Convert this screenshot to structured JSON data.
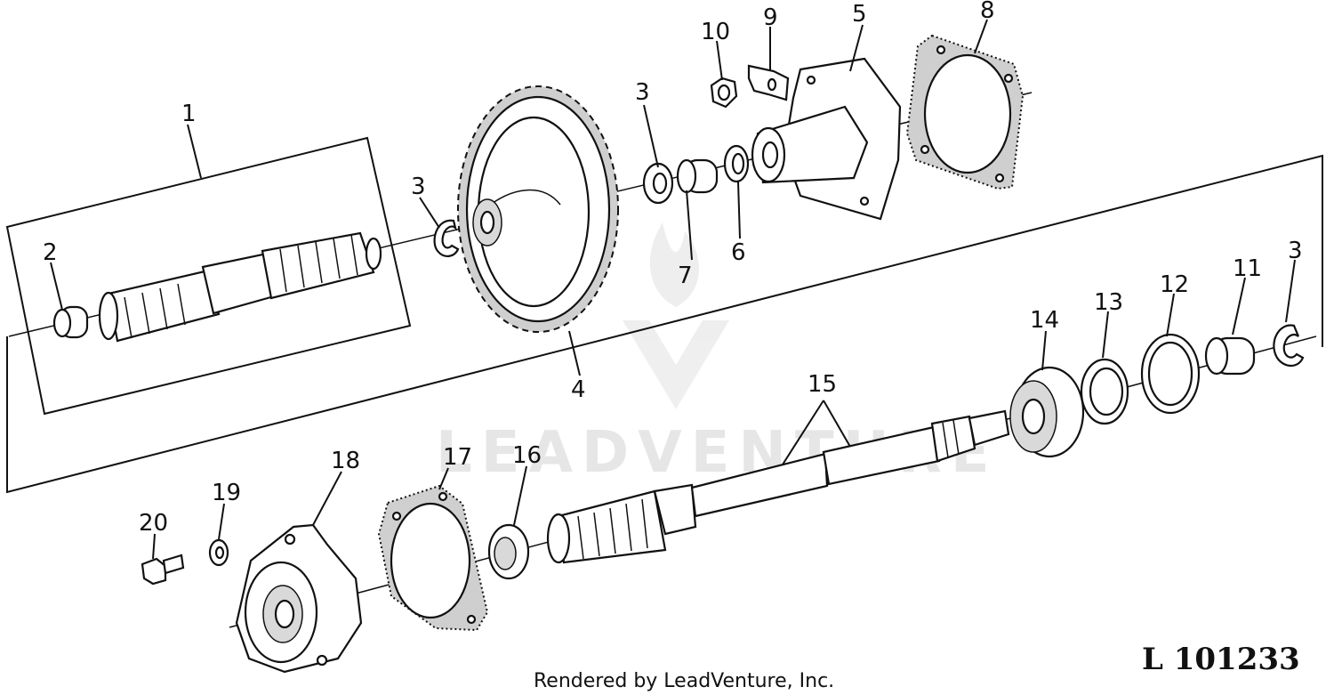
{
  "diagram": {
    "drawing_number": "L 101233",
    "footer_text": "Rendered by LeadVenture, Inc.",
    "watermark": "LEADVENTURE",
    "callouts": {
      "c1": "1",
      "c2": "2",
      "c3a": "3",
      "c3b": "3",
      "c3c": "3",
      "c4": "4",
      "c5": "5",
      "c6": "6",
      "c7": "7",
      "c8": "8",
      "c9": "9",
      "c10": "10",
      "c11": "11",
      "c12": "12",
      "c13": "13",
      "c14": "14",
      "c15": "15",
      "c16": "16",
      "c17": "17",
      "c18": "18",
      "c19": "19",
      "c20": "20"
    }
  }
}
